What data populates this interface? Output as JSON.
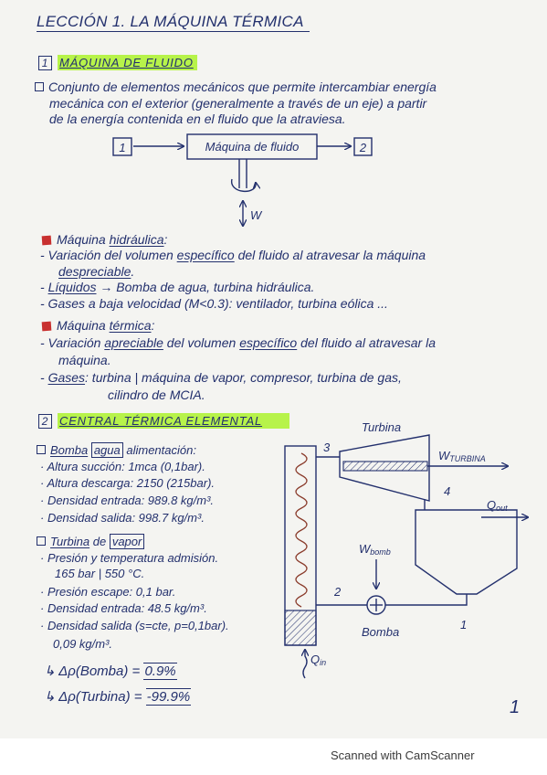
{
  "title": "LECCIÓN 1. LA MÁQUINA TÉRMICA",
  "section1": {
    "number": "1",
    "heading": "MÁQUINA DE FLUIDO",
    "definition": [
      "Conjunto de elementos mecánicos que permite intercambiar energía",
      "mecánica con el exterior (generalmente a través de un eje) a partir",
      "de la energía contenida en el fluido que la atraviesa."
    ],
    "diagram": {
      "inlet": "1",
      "machine": "Máquina de fluido",
      "outlet": "2",
      "work": "W"
    },
    "hydraulic": {
      "heading": [
        "Máquina ",
        "hidráulica",
        ":"
      ],
      "line1": [
        "- Variación del volumen ",
        "específico",
        " del fluido al atravesar la máquina"
      ],
      "line1_cont": [
        "despreciable",
        "."
      ],
      "line2": [
        "- ",
        "Líquidos",
        " → Bomba de agua, turbina hidráulica."
      ],
      "line3": "- Gases a baja velocidad (M<0.3): ventilador, turbina eólica ..."
    },
    "thermal": {
      "heading": [
        "Máquina ",
        "térmica",
        ":"
      ],
      "line1": [
        "- Variación ",
        "apreciable",
        " del volumen ",
        "específico",
        " del fluido al atravesar la"
      ],
      "line1_cont": "máquina.",
      "line2": [
        "- ",
        "Gases",
        ": turbina | máquina de vapor, compresor, turbina de gas,"
      ],
      "line2_cont": "cilindro de MCIA."
    }
  },
  "section2": {
    "number": "2",
    "heading": "CENTRAL TÉRMICA ELEMENTAL",
    "pump": {
      "heading": [
        "Bomba",
        " ",
        "agua",
        " alimentación:"
      ],
      "items": [
        "· Altura succión: 1mca (0,1bar).",
        "· Altura descarga: 2150 (215bar).",
        "· Densidad entrada: 989.8 kg/m³.",
        "· Densidad salida: 998.7 kg/m³."
      ]
    },
    "turbine": {
      "heading": [
        "Turbina",
        " de ",
        "vapor"
      ],
      "items": [
        "· Presión y temperatura admisión.",
        "165 bar | 550 °C.",
        "· Presión escape: 0,1 bar.",
        "· Densidad entrada: 48.5 kg/m³.",
        "· Densidad salida (s=cte, p=0,1bar).",
        "0,09 kg/m³."
      ]
    },
    "results": [
      {
        "label": "↳ Δρ(Bomba) = ",
        "value": "0.9%"
      },
      {
        "label": "↳ Δρ(Turbina) = ",
        "value": "-99.9%"
      }
    ],
    "diagram": {
      "turbine_label": "Turbina",
      "state3": "3",
      "w_turbine": [
        "W",
        "TURBINA"
      ],
      "state4": "4",
      "q_out": [
        "Q",
        "out"
      ],
      "w_pump": [
        "W",
        "bomb"
      ],
      "state2": "2",
      "pump_label": "Bomba",
      "state1": "1",
      "q_in": [
        "Q",
        "in"
      ]
    }
  },
  "page_number": "1",
  "footer": "Scanned with CamScanner",
  "colors": {
    "ink": "#23306d",
    "highlight": "#b7f34a",
    "bullet": "#c8302f",
    "paper": "#f4f4f1",
    "tube": "#8a3b2b"
  }
}
